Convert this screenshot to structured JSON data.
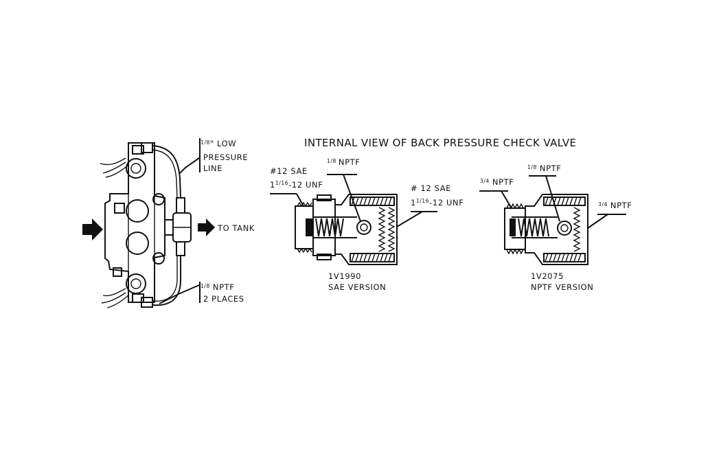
{
  "title": "INTERNAL VIEW OF BACK PRESSURE CHECK VALVE",
  "left_assembly": {
    "low_pressure_line": {
      "fraction": "1/8",
      "suffix": "\" LOW",
      "line2": "PRESSURE",
      "line3": "LINE"
    },
    "to_tank": "TO TANK",
    "nptf_places": {
      "fraction": "1/8",
      "suffix": "NPTF",
      "line2": "2 PLACES"
    }
  },
  "sae_valve": {
    "left_label": {
      "line1": "#12 SAE",
      "line2_prefix": "1",
      "fraction": "1/16",
      "line2_suffix": "-12 UNF"
    },
    "top_label": {
      "fraction": "1/8",
      "suffix": "NPTF"
    },
    "right_label": {
      "line1": "# 12 SAE",
      "line2_prefix": "1",
      "fraction": "1/16",
      "line2_suffix": "-12 UNF"
    },
    "part_number": "1V1990",
    "version": "SAE VERSION"
  },
  "nptf_valve": {
    "left_label": {
      "fraction": "3/4",
      "suffix": "NPTF"
    },
    "top_label": {
      "fraction": "1/8",
      "suffix": "NPTF"
    },
    "right_label": {
      "fraction": "3/4",
      "suffix": "NPTF"
    },
    "part_number": "1V2075",
    "version": "NPTF VERSION"
  }
}
